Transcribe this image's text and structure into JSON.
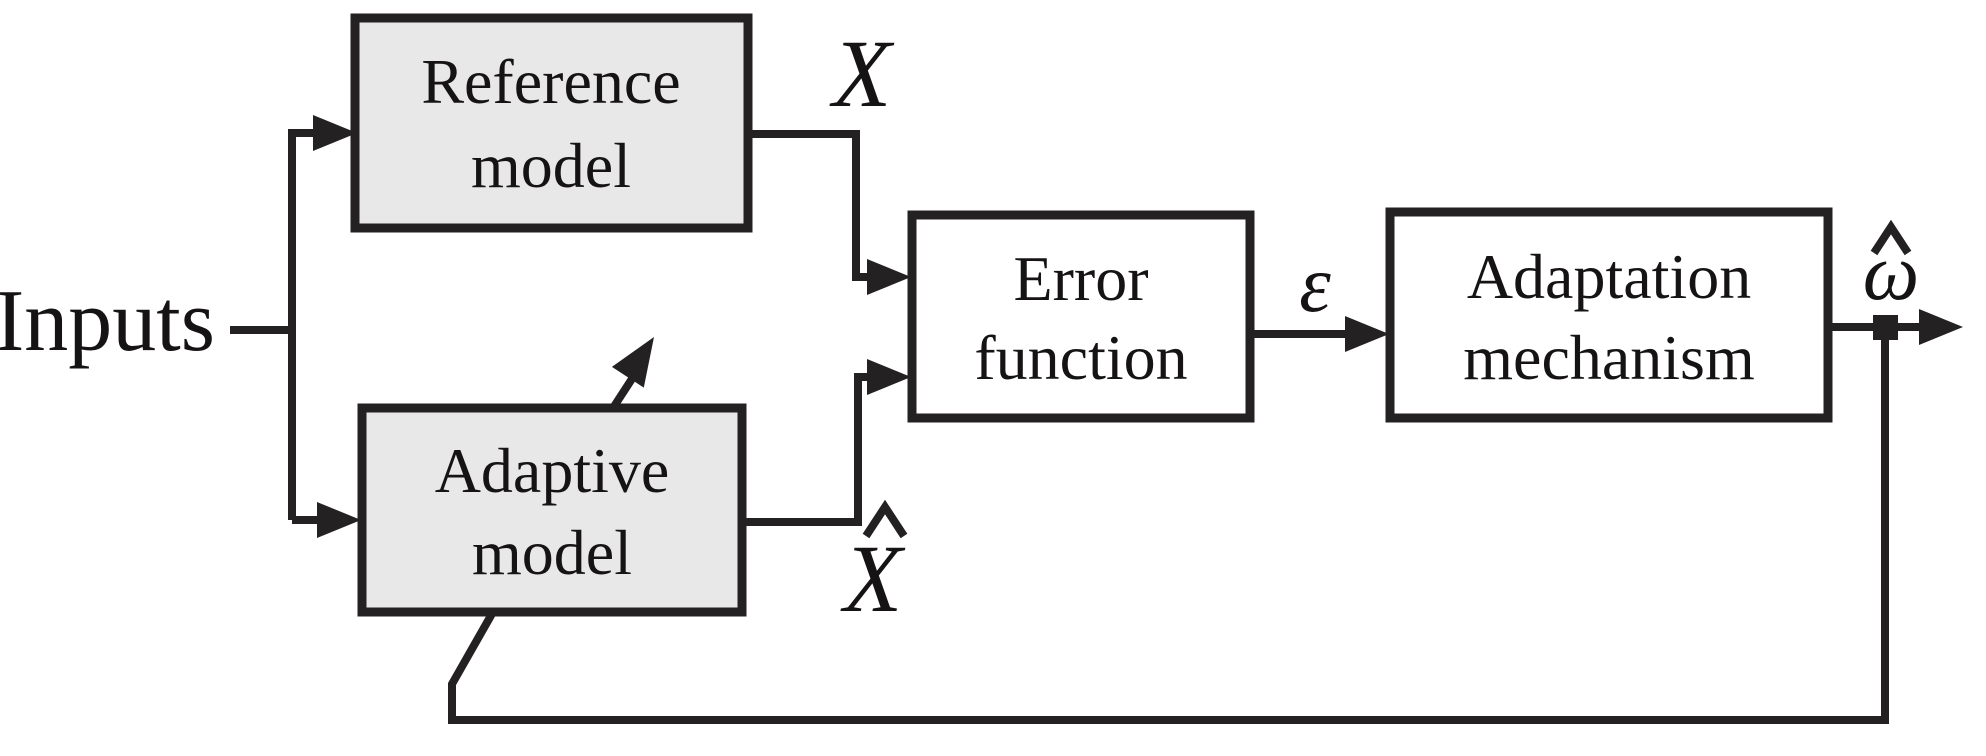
{
  "diagram": {
    "kind": "block-diagram",
    "inputs_label": "Inputs",
    "boxes": {
      "reference_model": {
        "line1": "Reference",
        "line2": "model"
      },
      "adaptive_model": {
        "line1": "Adaptive",
        "line2": "model"
      },
      "error_function": {
        "line1": "Error",
        "line2": "function"
      },
      "adaptation_mechanism": {
        "line1": "Adaptation",
        "line2": "mechanism"
      }
    },
    "signals": {
      "x": "X",
      "x_hat_base": "X",
      "epsilon": "ε",
      "omega_hat_base": "ω"
    }
  },
  "colors": {
    "stroke": "#242122",
    "text": "#161314",
    "gray": "#e9e8e8",
    "white": "#ffffff",
    "bg": "#ffffff"
  }
}
